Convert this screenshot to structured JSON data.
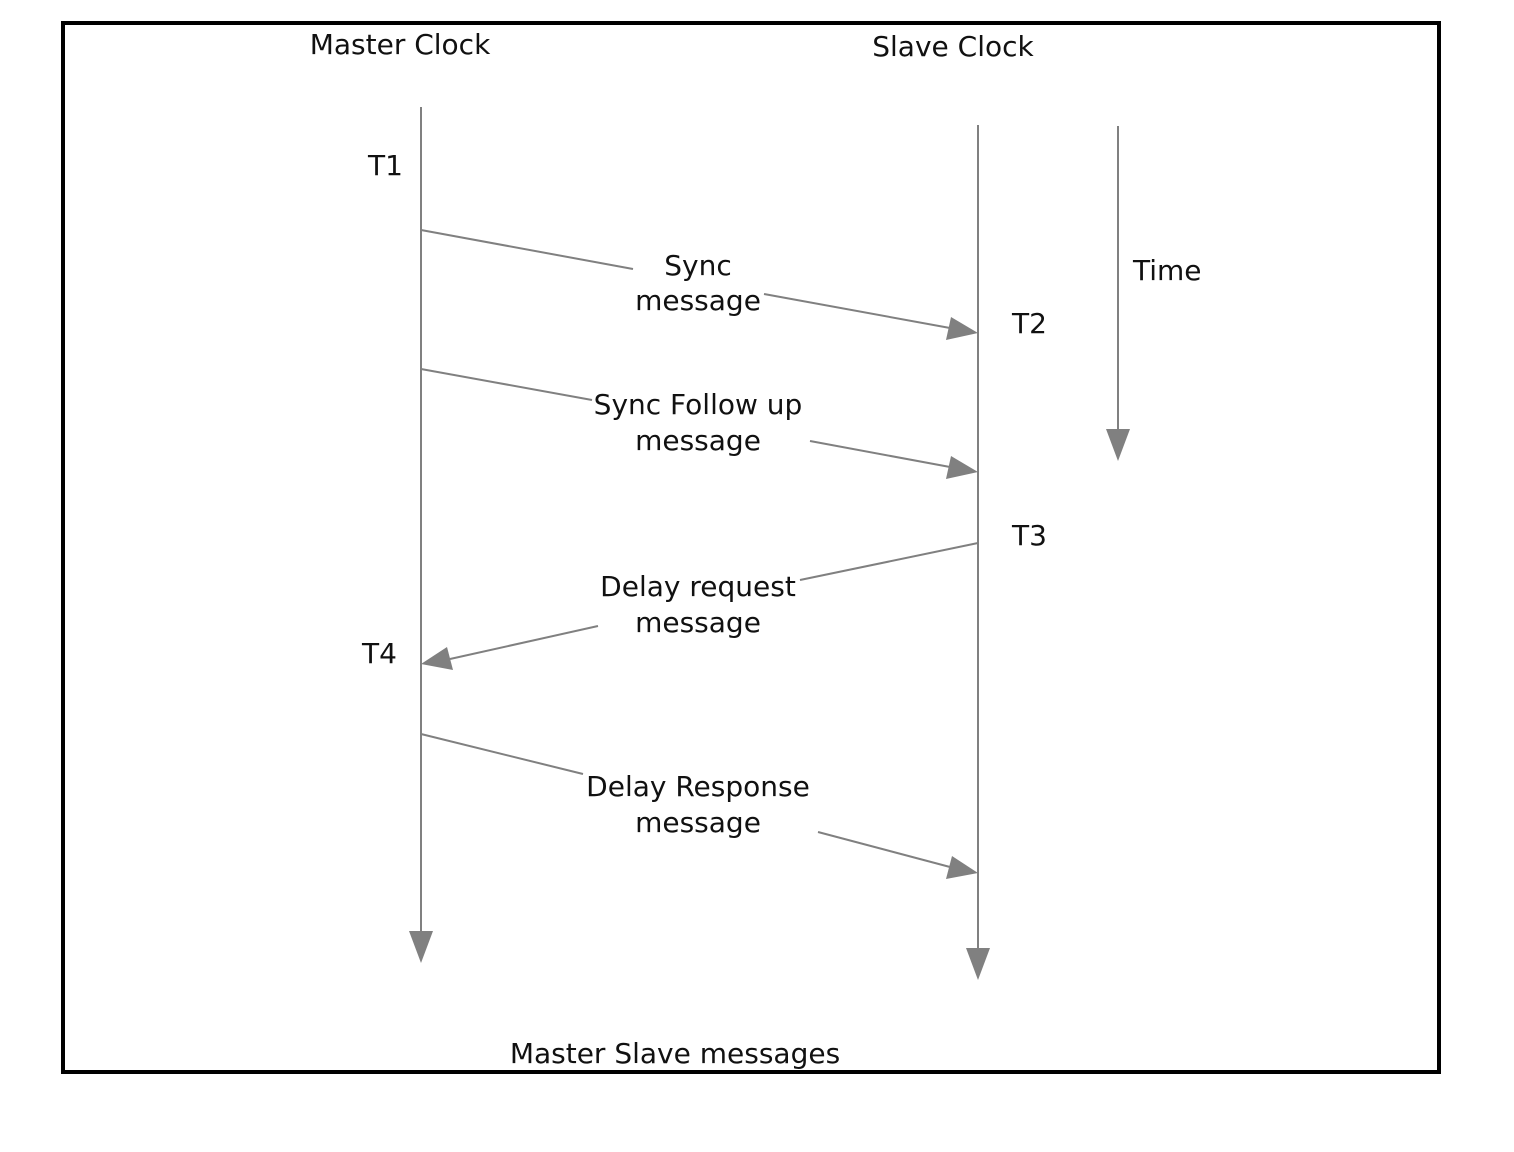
{
  "diagram": {
    "lifelines": {
      "master": "Master Clock",
      "slave": "Slave Clock"
    },
    "time_label": "Time",
    "timestamps": {
      "t1": "T1",
      "t2": "T2",
      "t3": "T3",
      "t4": "T4"
    },
    "messages": {
      "sync": [
        "Sync",
        "message"
      ],
      "sync_follow_up": [
        "Sync Follow up",
        "message"
      ],
      "delay_request": [
        "Delay request",
        "message"
      ],
      "delay_response": [
        "Delay Response",
        "message"
      ]
    },
    "caption": "Master Slave messages"
  },
  "colors": {
    "line": "#808080",
    "frame": "#000000",
    "text": "#111111"
  }
}
